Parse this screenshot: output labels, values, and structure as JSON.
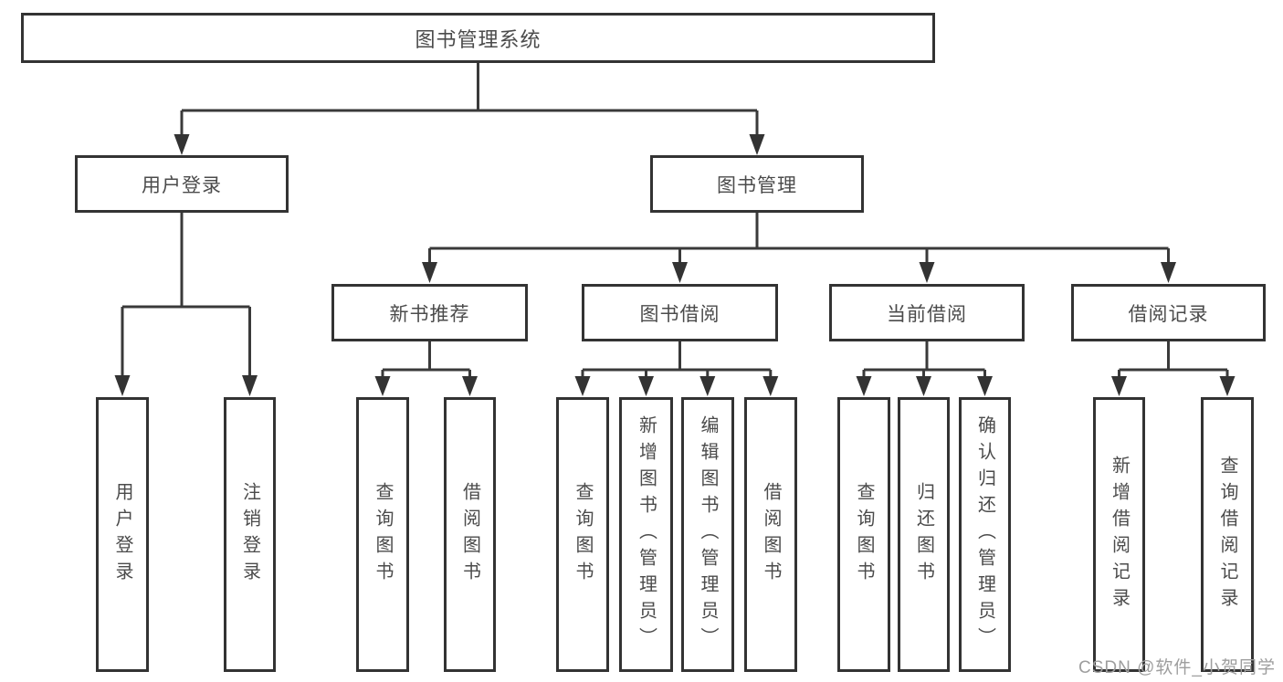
{
  "diagram": {
    "root": {
      "label": "图书管理系统"
    },
    "branches": [
      {
        "label": "用户登录",
        "children": [
          {
            "label": "用户登录"
          },
          {
            "label": "注销登录"
          }
        ]
      },
      {
        "label": "图书管理",
        "children": [
          {
            "label": "新书推荐",
            "children": [
              {
                "label": "查询图书"
              },
              {
                "label": "借阅图书"
              }
            ]
          },
          {
            "label": "图书借阅",
            "children": [
              {
                "label": "查询图书"
              },
              {
                "label": "新增图书（管理员）"
              },
              {
                "label": "编辑图书（管理员）"
              },
              {
                "label": "借阅图书"
              }
            ]
          },
          {
            "label": "当前借阅",
            "children": [
              {
                "label": "查询图书"
              },
              {
                "label": "归还图书"
              },
              {
                "label": "确认归还（管理员）"
              }
            ]
          },
          {
            "label": "借阅记录",
            "children": [
              {
                "label": "新增借阅记录"
              },
              {
                "label": "查询借阅记录"
              }
            ]
          }
        ]
      }
    ]
  },
  "watermark": {
    "text": "CSDN @软件_小贺同学"
  },
  "colors": {
    "line": "#3a3a3a",
    "box_border": "#333333",
    "text": "#4b4b4b",
    "background": "#ffffff",
    "watermark": "#9e9e9e"
  }
}
